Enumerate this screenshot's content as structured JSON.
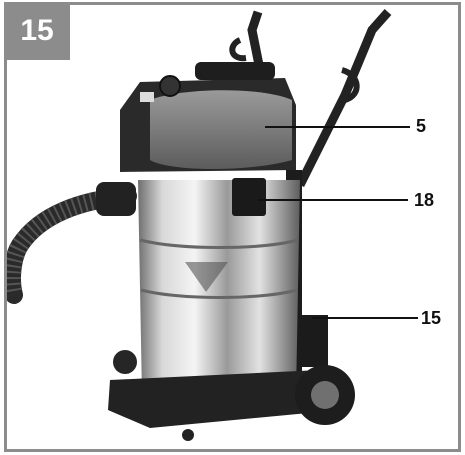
{
  "figure": {
    "number": "15",
    "callouts": [
      {
        "label": "5"
      },
      {
        "label": "18"
      },
      {
        "label": "15"
      }
    ]
  }
}
